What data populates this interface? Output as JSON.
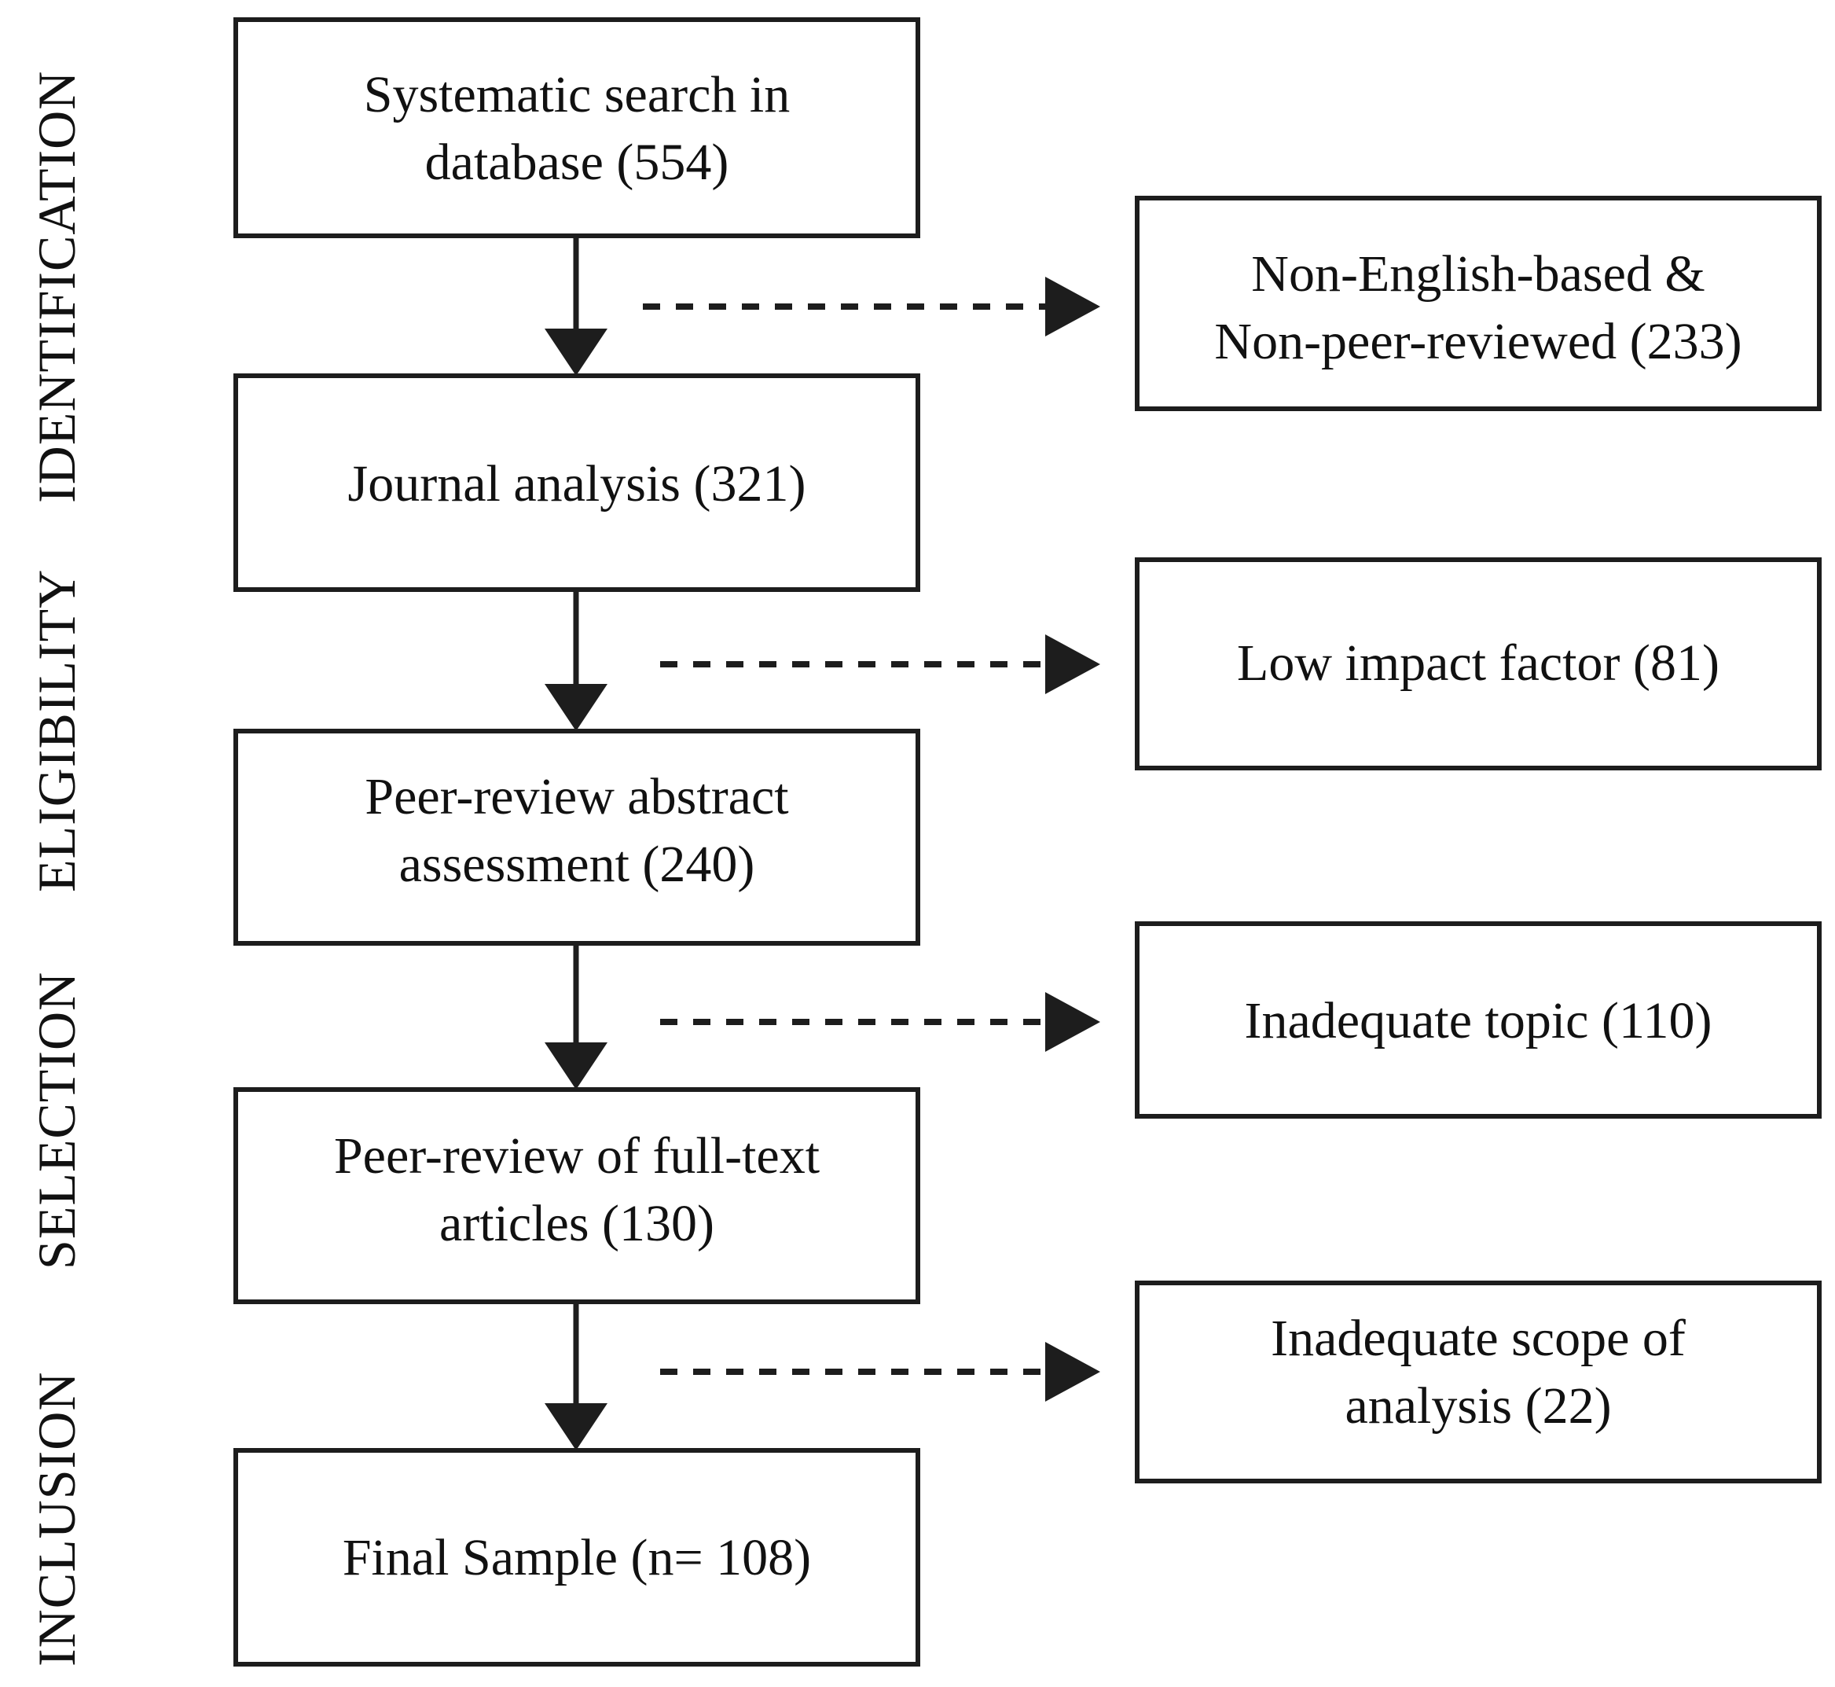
{
  "figure": {
    "type": "prisma-flow-diagram",
    "title": "PRISMA study selection flow diagram",
    "background_color": "#ffffff",
    "line_color": "#1d1d1d",
    "text_color": "#111111"
  },
  "stage_labels": [
    {
      "id": "identification",
      "text": "IDENTIFICATION",
      "orientation": "vertical-ccw"
    },
    {
      "id": "eligibility",
      "text": "ELIGIBILITY",
      "orientation": "vertical-ccw"
    },
    {
      "id": "selection",
      "text": "SELECTION",
      "orientation": "vertical-ccw"
    },
    {
      "id": "inclusion",
      "text": "INCLUSION",
      "orientation": "vertical-ccw"
    }
  ],
  "flow_nodes": [
    {
      "id": "systematic-search",
      "lines": [
        "Systematic search in",
        "database (554)"
      ],
      "count": 554,
      "stage": "identification"
    },
    {
      "id": "journal-analysis",
      "lines": [
        "Journal analysis (321)"
      ],
      "count": 321,
      "stage": "identification"
    },
    {
      "id": "abstract-assessment",
      "lines": [
        "Peer-review abstract",
        "assessment (240)"
      ],
      "count": 240,
      "stage": "eligibility"
    },
    {
      "id": "full-text-review",
      "lines": [
        "Peer-review of full-text",
        "articles (130)"
      ],
      "count": 130,
      "stage": "selection"
    },
    {
      "id": "final-sample",
      "lines": [
        "Final Sample (n= 108)"
      ],
      "count": 108,
      "stage": "inclusion"
    }
  ],
  "exclusion_nodes": [
    {
      "id": "non-english-non-peer",
      "lines": [
        "Non-English-based &",
        "Non-peer-reviewed (233)"
      ],
      "count": 233
    },
    {
      "id": "low-impact-factor",
      "lines": [
        "Low impact factor (81)"
      ],
      "count": 81
    },
    {
      "id": "inadequate-topic",
      "lines": [
        "Inadequate topic (110)"
      ],
      "count": 110
    },
    {
      "id": "inadequate-scope",
      "lines": [
        "Inadequate scope of",
        "analysis (22)"
      ],
      "count": 22
    }
  ],
  "chart_data": {
    "type": "diagram",
    "title": "PRISMA study selection flow",
    "stages": [
      "IDENTIFICATION",
      "ELIGIBILITY",
      "SELECTION",
      "INCLUSION"
    ],
    "included": [
      {
        "label": "Systematic search in database",
        "n": 554
      },
      {
        "label": "Journal analysis",
        "n": 321
      },
      {
        "label": "Peer-review abstract assessment",
        "n": 240
      },
      {
        "label": "Peer-review of full-text articles",
        "n": 130
      },
      {
        "label": "Final Sample",
        "n": 108
      }
    ],
    "excluded": [
      {
        "label": "Non-English-based & Non-peer-reviewed",
        "n": 233,
        "after": "Systematic search in database"
      },
      {
        "label": "Low impact factor",
        "n": 81,
        "after": "Journal analysis"
      },
      {
        "label": "Inadequate topic",
        "n": 110,
        "after": "Peer-review abstract assessment"
      },
      {
        "label": "Inadequate scope of analysis",
        "n": 22,
        "after": "Peer-review of full-text articles"
      }
    ]
  }
}
